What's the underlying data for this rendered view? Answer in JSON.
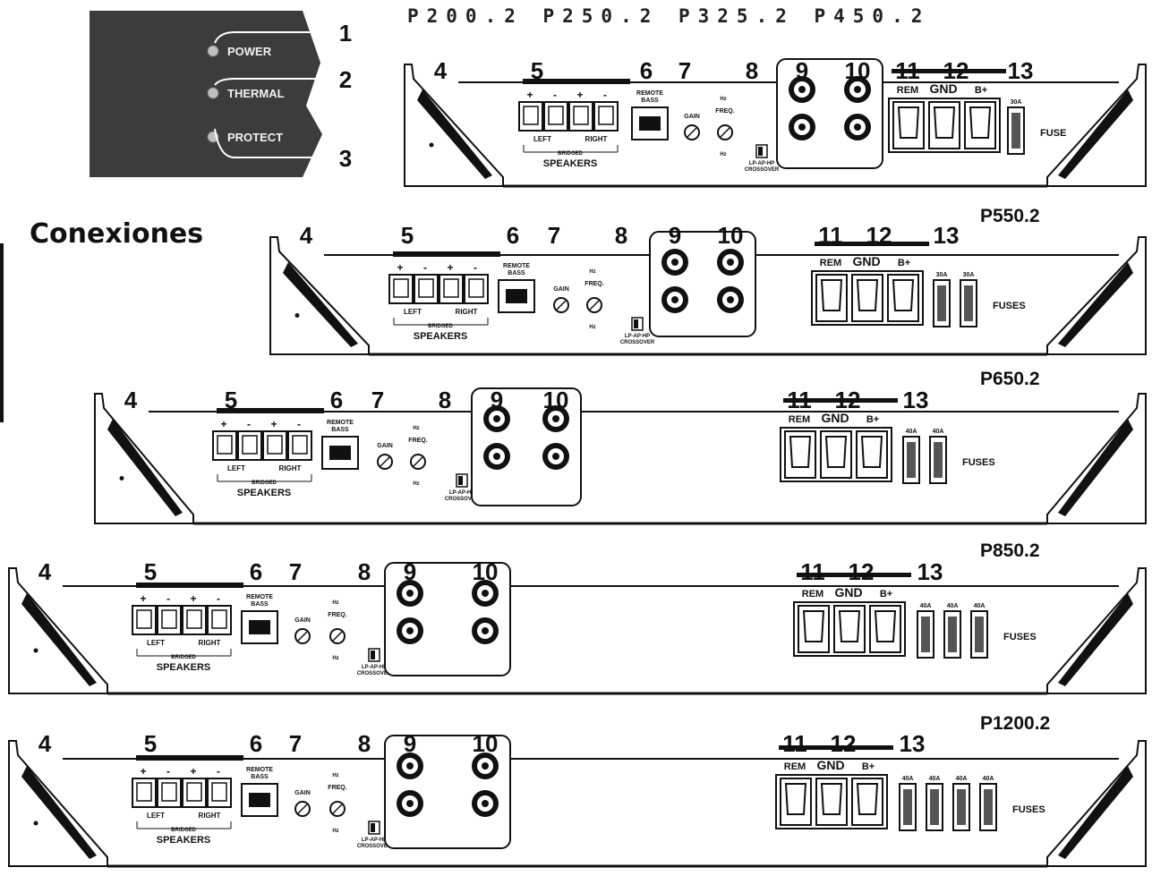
{
  "models_top": "P200.2  P250.2  P325.2  P450.2",
  "section_heading": "Conexiones",
  "status_panel": {
    "leds": [
      {
        "label": "POWER",
        "callout": "1"
      },
      {
        "label": "THERMAL",
        "callout": "2"
      },
      {
        "label": "PROTECT",
        "callout": "3"
      }
    ]
  },
  "text": {
    "left": "LEFT",
    "right": "RIGHT",
    "bridged": "BRIDGED",
    "speakers": "SPEAKERS",
    "remote_bass": [
      "REMOTE",
      "BASS"
    ],
    "gain": "GAIN",
    "freq": "FREQ.",
    "hz": "Hz",
    "crossover": [
      "LP-AP-HP",
      "CROSSOVER"
    ],
    "rem": "REM",
    "gnd": "GND",
    "bplus": "B+",
    "fuse": "FUSE",
    "fuses": "FUSES",
    "plus": "+",
    "minus": "-"
  },
  "amplifiers": [
    {
      "model": "",
      "fuse_count": 1,
      "fuse_rating": "30A",
      "fuse_word": "FUSE"
    },
    {
      "model": "P550.2",
      "fuse_count": 2,
      "fuse_rating": "30A",
      "fuse_word": "FUSES"
    },
    {
      "model": "P650.2",
      "fuse_count": 2,
      "fuse_rating": "40A",
      "fuse_word": "FUSES"
    },
    {
      "model": "P850.2",
      "fuse_count": 3,
      "fuse_rating": "40A",
      "fuse_word": "FUSES"
    },
    {
      "model": "P1200.2",
      "fuse_count": 4,
      "fuse_rating": "40A",
      "fuse_word": "FUSES"
    }
  ],
  "callout_numbers": [
    "4",
    "5",
    "6",
    "7",
    "8",
    "9",
    "10",
    "11",
    "12",
    "13"
  ]
}
